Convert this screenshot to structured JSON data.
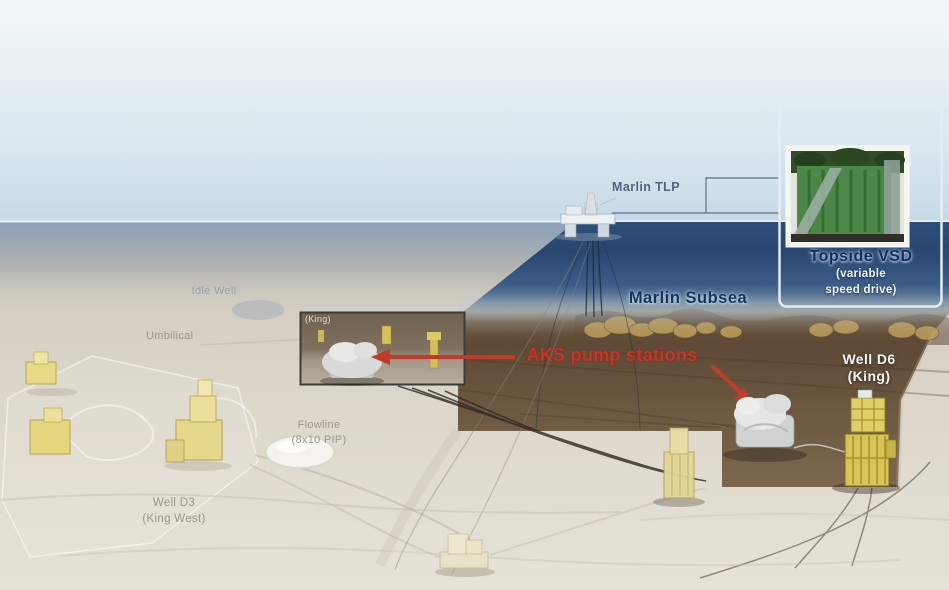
{
  "figure": {
    "type": "subsea-field-diagram",
    "description": "Marlin TLP with King field subsea AKS pump stations and topside variable speed drive"
  },
  "labels": {
    "marlin_tlp": "Marlin TLP",
    "topside_vsd_title": "Topside VSD",
    "topside_vsd_sub_line1": "(variable",
    "topside_vsd_sub_line2": "speed drive)",
    "marlin_subsea": "Marlin Subsea",
    "aks_pump_stations": "AKS pump stations",
    "well_d6_line1": "Well D6",
    "well_d6_line2": "(King)",
    "aks_inset_tag": "(King)",
    "idle_well": "Idle Well",
    "umbilical": "Umbilical",
    "flowline_line1": "Flowline",
    "flowline_line2": "(8x10 PIP)",
    "well_d3_line1": "Well D3",
    "well_d3_line2": "(King West)"
  },
  "colors": {
    "accent_red": "#c23b2a",
    "deep_sea_navy": "#27476f",
    "seabed_brown": "#6b573f",
    "sand": "#dcd6ca",
    "label_navy": "#14345c",
    "label_white": "#f4f6f8",
    "vsd_machine_green": "#4b8847",
    "tree_yellow": "#d8c356"
  }
}
